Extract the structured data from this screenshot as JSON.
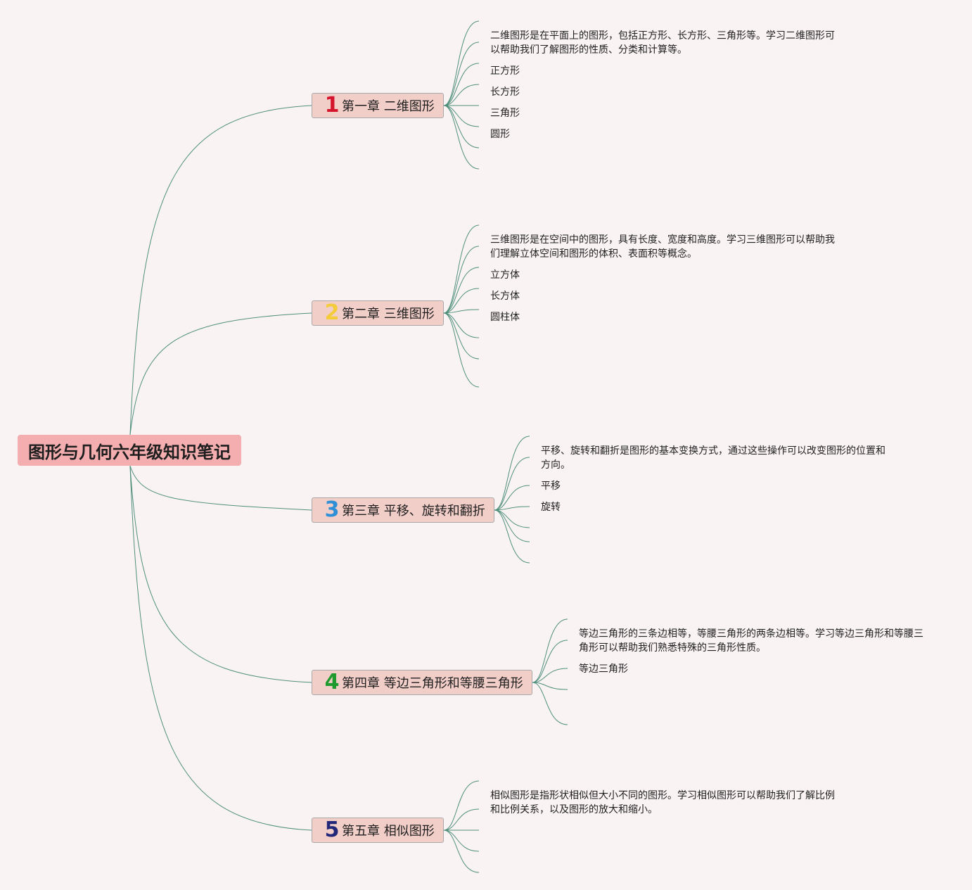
{
  "colors": {
    "background": "#faf3f4",
    "root_fill": "#f4aeb0",
    "chapter_fill": "#f2cec9",
    "connector": "#4f8f7c"
  },
  "root": {
    "title": "图形与几何六年级知识笔记"
  },
  "chapters": [
    {
      "number": "1",
      "number_color": "#d5142d",
      "label": "第一章 二维图形",
      "description": [
        "二维图形是在平面上的图形，包括正方形、长方形、三角形等。学习二维图形可",
        "以帮助我们了解图形的性质、分类和计算等。"
      ],
      "items": [
        "正方形",
        "长方形",
        "三角形",
        "圆形"
      ]
    },
    {
      "number": "2",
      "number_color": "#f4cc3a",
      "label": "第二章 三维图形",
      "description": [
        "三维图形是在空间中的图形，具有长度、宽度和高度。学习三维图形可以帮助我",
        "们理解立体空间和图形的体积、表面积等概念。"
      ],
      "items": [
        "立方体",
        "长方体",
        "圆柱体"
      ]
    },
    {
      "number": "3",
      "number_color": "#2f8fd6",
      "label": "第三章 平移、旋转和翻折",
      "description": [
        "平移、旋转和翻折是图形的基本变换方式，通过这些操作可以改变图形的位置和",
        "方向。"
      ],
      "items": [
        "平移",
        "旋转"
      ]
    },
    {
      "number": "4",
      "number_color": "#1e9a2e",
      "label": "第四章 等边三角形和等腰三角形",
      "description": [
        "等边三角形的三条边相等，等腰三角形的两条边相等。学习等边三角形和等腰三",
        "角形可以帮助我们熟悉特殊的三角形性质。"
      ],
      "items": [
        "等边三角形"
      ]
    },
    {
      "number": "5",
      "number_color": "#23277a",
      "label": "第五章 相似图形",
      "description": [
        "相似图形是指形状相似但大小不同的图形。学习相似图形可以帮助我们了解比例",
        "和比例关系，以及图形的放大和缩小。"
      ],
      "items": []
    }
  ]
}
